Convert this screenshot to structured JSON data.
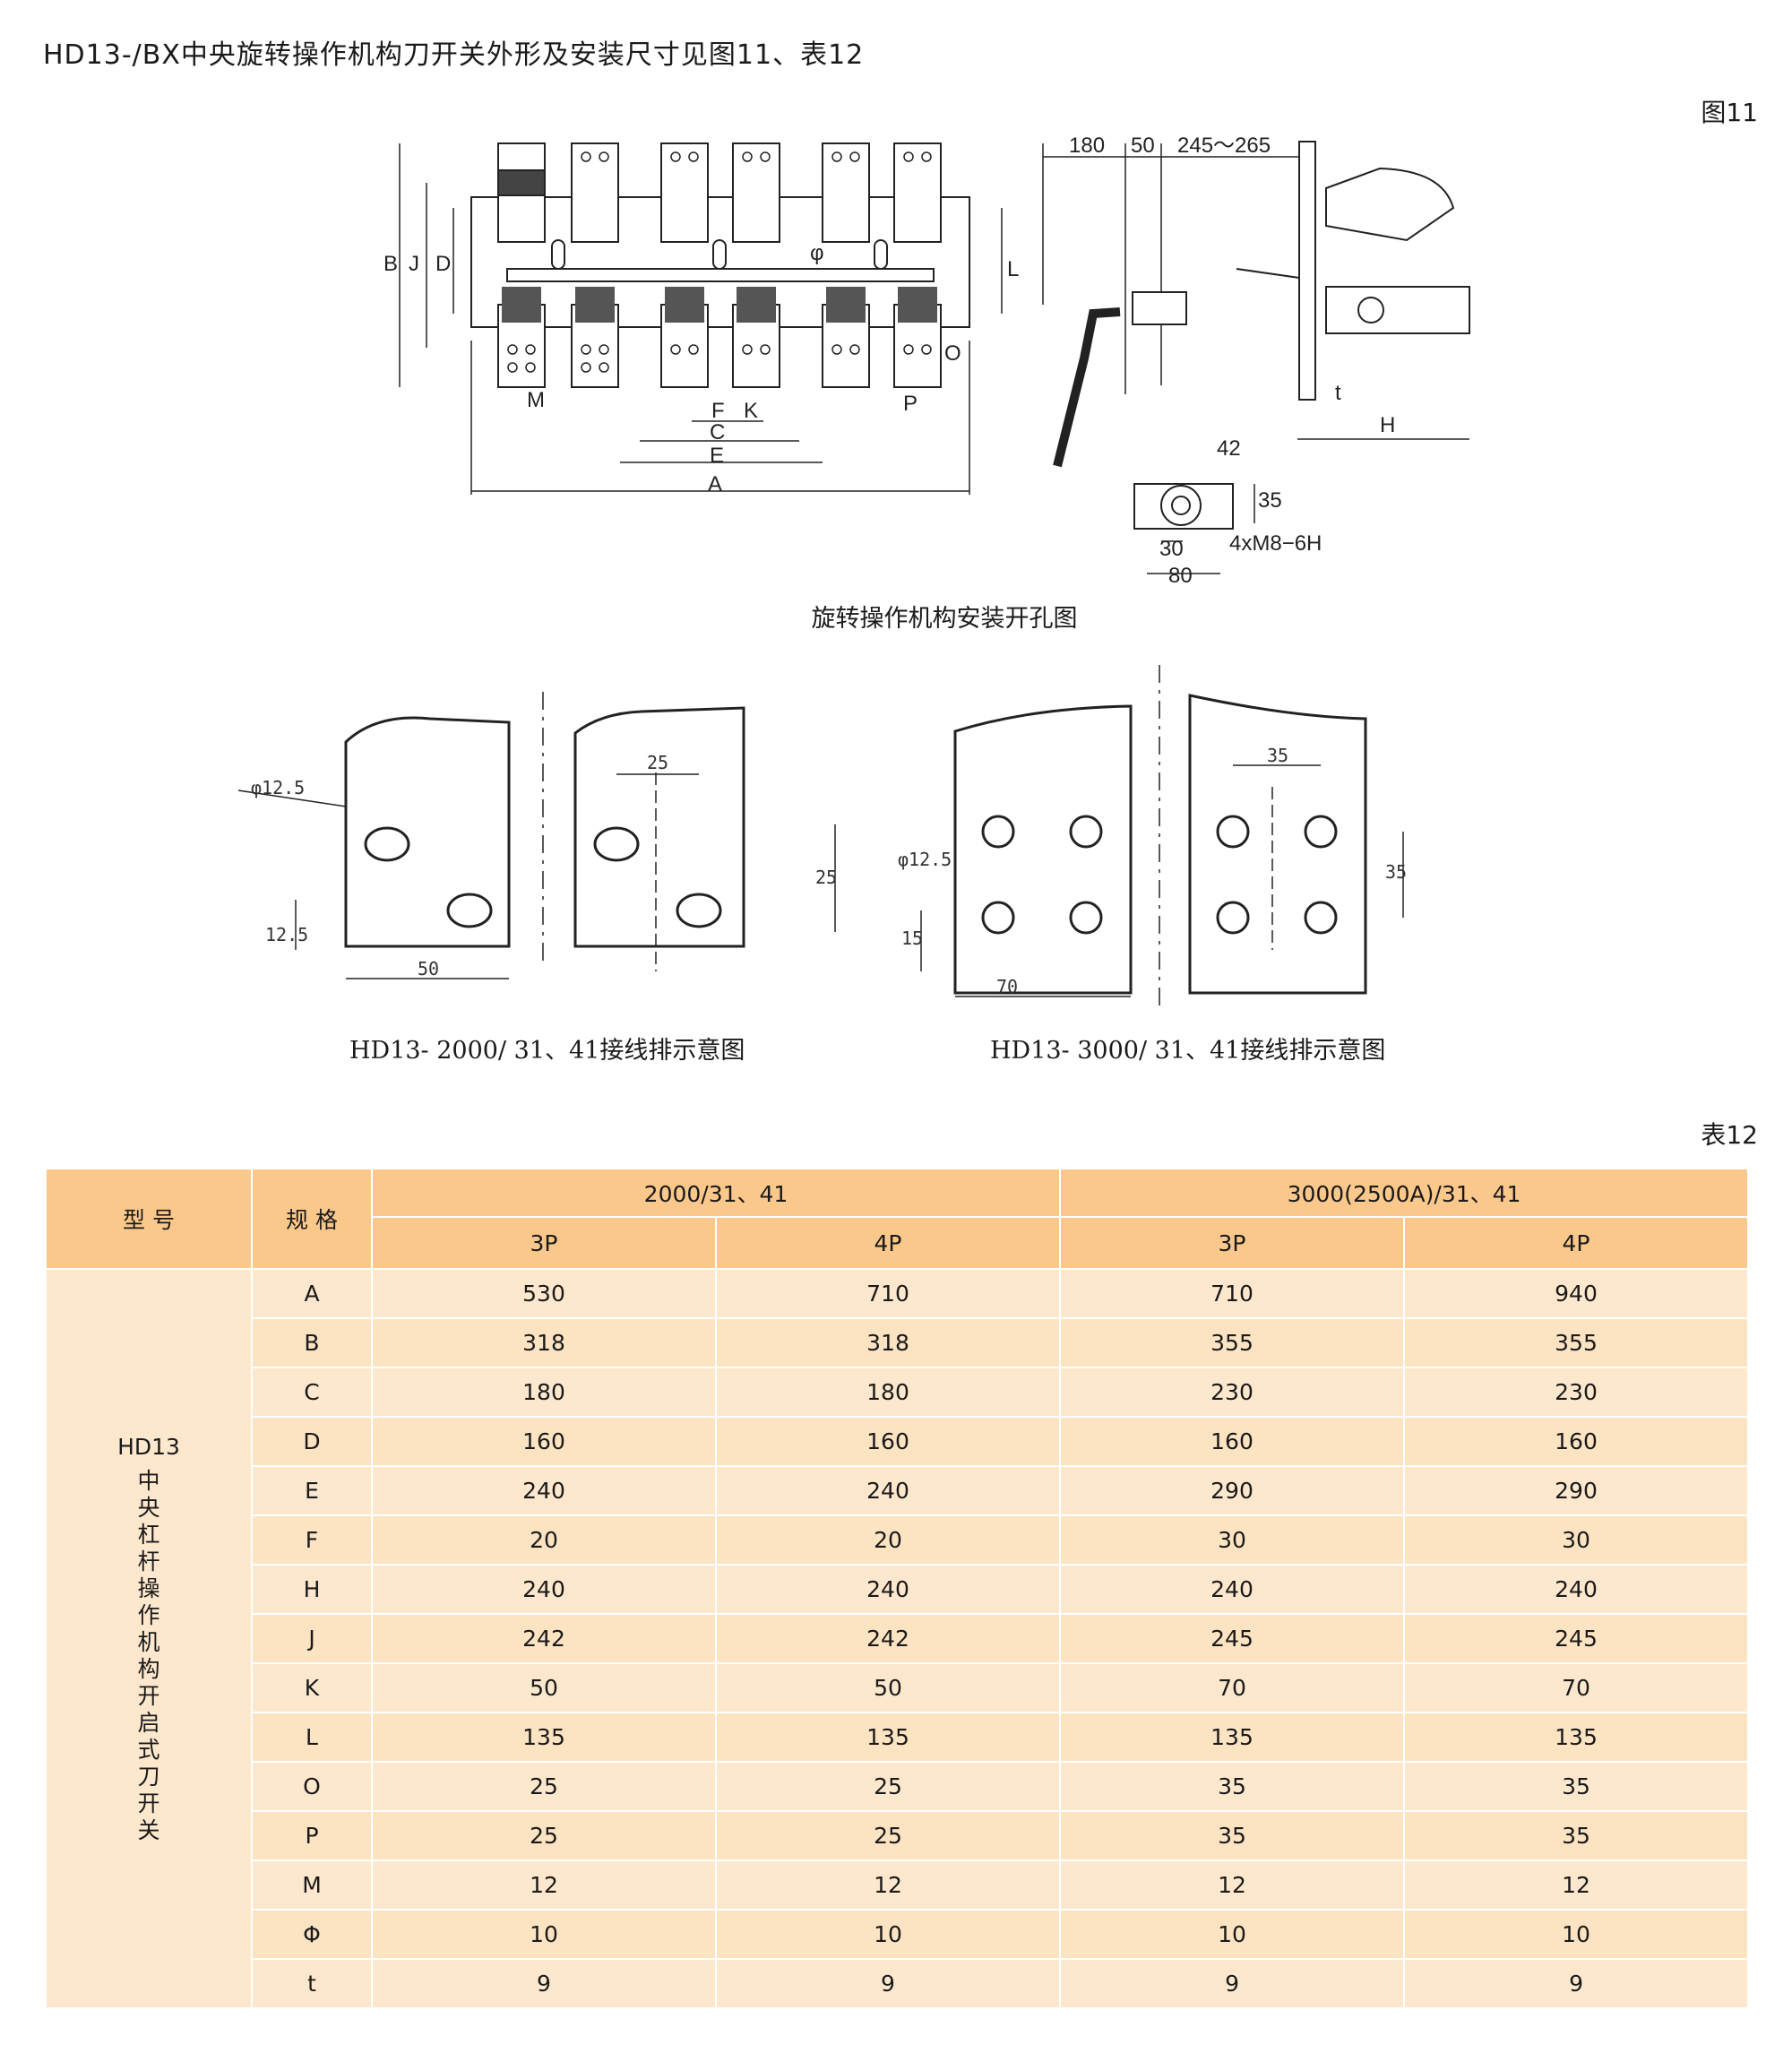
{
  "page": {
    "title": "HD13-/BX中央旋转操作机构刀开关外形及安装尺寸见图11、表12",
    "figure_label": "图11",
    "table_label": "表12"
  },
  "drawing": {
    "top_side_dims": [
      "180",
      "50",
      "245～265"
    ],
    "front_letters": {
      "A": "A",
      "B": "B",
      "C": "C",
      "D": "D",
      "E": "E",
      "F": "F",
      "J": "J",
      "K": "K",
      "L": "L",
      "M": "M",
      "P": "P",
      "O": "O",
      "H": "H",
      "t": "t",
      "phi": "φ"
    },
    "mount_dims": [
      "42",
      "35",
      "30",
      "80",
      "4xM8−6H"
    ],
    "mount_caption": "旋转操作机构安装开孔图",
    "busbar_2000": {
      "hole_dia": "φ12.5",
      "pitch": "25",
      "vertical": "25",
      "edge": "12.5",
      "width": "50",
      "caption": "HD13- 2000/ 31、41接线排示意图"
    },
    "busbar_3000": {
      "hole_dia": "φ12.5",
      "pitch": "35",
      "vertical": "35",
      "edge": "15",
      "width": "70",
      "caption": "HD13- 3000/ 31、41接线排示意图"
    }
  },
  "table": {
    "header": {
      "model": "型 号",
      "spec": "规 格",
      "group1": "2000/31、41",
      "group2": "3000(2500A)/31、41",
      "p3": "3P",
      "p4": "4P"
    },
    "model_code": "HD13",
    "model_desc": "中央杠杆操作机构开启式刀开关",
    "rows": [
      {
        "spec": "A",
        "v": [
          "530",
          "710",
          "710",
          "940"
        ]
      },
      {
        "spec": "B",
        "v": [
          "318",
          "318",
          "355",
          "355"
        ]
      },
      {
        "spec": "C",
        "v": [
          "180",
          "180",
          "230",
          "230"
        ]
      },
      {
        "spec": "D",
        "v": [
          "160",
          "160",
          "160",
          "160"
        ]
      },
      {
        "spec": "E",
        "v": [
          "240",
          "240",
          "290",
          "290"
        ]
      },
      {
        "spec": "F",
        "v": [
          "20",
          "20",
          "30",
          "30"
        ]
      },
      {
        "spec": "H",
        "v": [
          "240",
          "240",
          "240",
          "240"
        ]
      },
      {
        "spec": "J",
        "v": [
          "242",
          "242",
          "245",
          "245"
        ]
      },
      {
        "spec": "K",
        "v": [
          "50",
          "50",
          "70",
          "70"
        ]
      },
      {
        "spec": "L",
        "v": [
          "135",
          "135",
          "135",
          "135"
        ]
      },
      {
        "spec": "O",
        "v": [
          "25",
          "25",
          "35",
          "35"
        ]
      },
      {
        "spec": "P",
        "v": [
          "25",
          "25",
          "35",
          "35"
        ]
      },
      {
        "spec": "M",
        "v": [
          "12",
          "12",
          "12",
          "12"
        ]
      },
      {
        "spec": "Φ",
        "v": [
          "10",
          "10",
          "10",
          "10"
        ]
      },
      {
        "spec": "t",
        "v": [
          "9",
          "9",
          "9",
          "9"
        ]
      }
    ]
  }
}
